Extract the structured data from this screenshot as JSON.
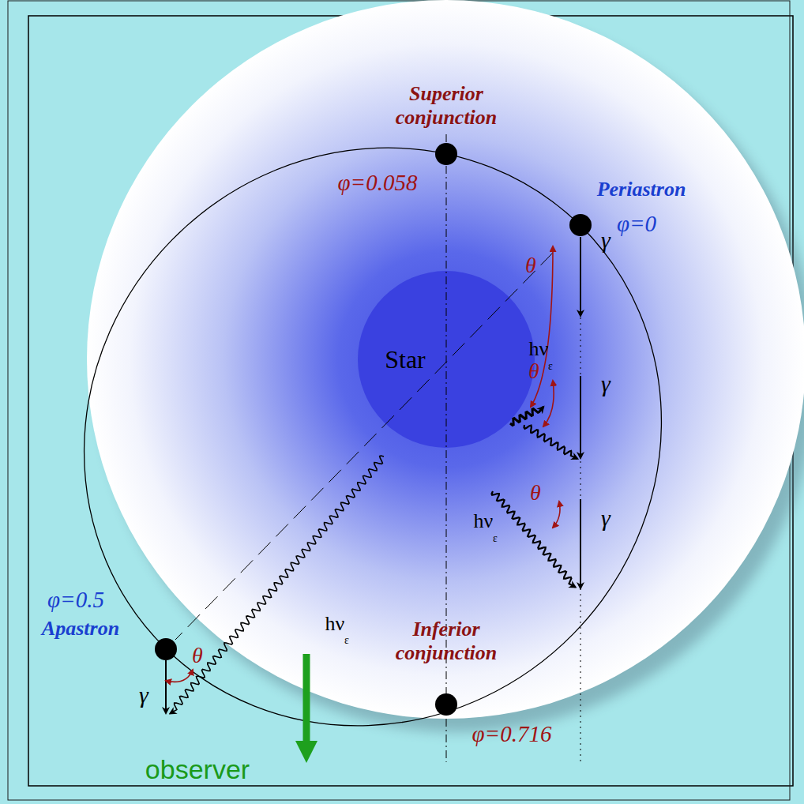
{
  "diagram": {
    "nodes": [
      {
        "text": [
          "Star"
        ]
      }
    ],
    "labels": [
      "Superior conjunction",
      "φ=0.058",
      "Periastron",
      "φ=0",
      "θ",
      "γ",
      "hν",
      "ε",
      "θ",
      "γ",
      "θ",
      "γ",
      "hν",
      "ε",
      "hν",
      "ε",
      "θ",
      "γ",
      "φ=0.5",
      "Apastron",
      "Inferior conjunction",
      "φ=0.716",
      "observer"
    ]
  }
}
